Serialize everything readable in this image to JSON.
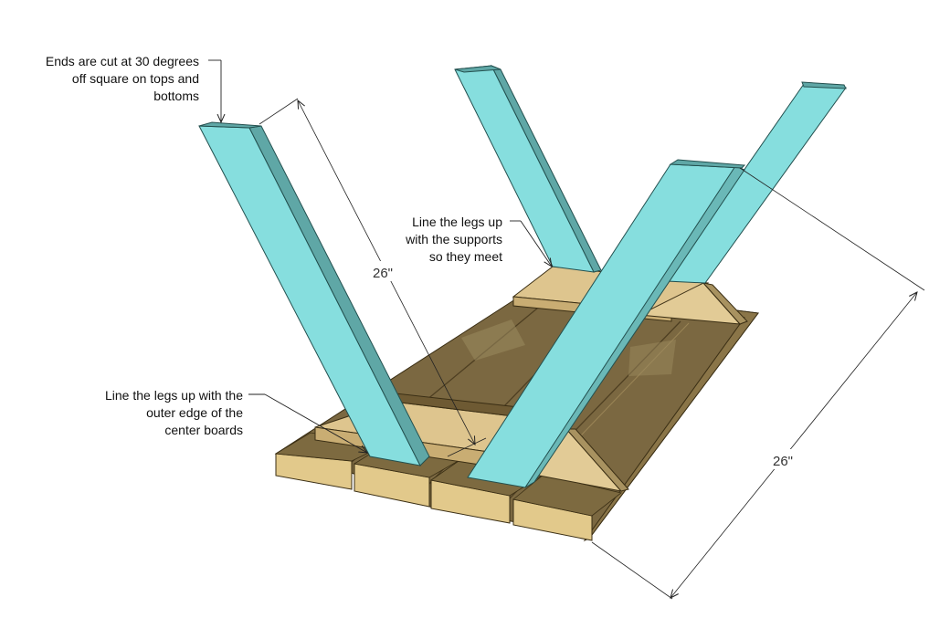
{
  "annotations": {
    "ends_cut": [
      "Ends are cut at 30 degrees",
      "off square on tops and",
      "bottoms"
    ],
    "legs_supports": [
      "Line the legs up",
      "with the supports",
      "so they meet"
    ],
    "legs_outer": [
      "Line the legs up with the",
      "outer edge of the",
      "center boards"
    ]
  },
  "dimensions": {
    "leg_length": "26\"",
    "leg_spread": "26\""
  },
  "colors": {
    "leg_face": "#86dede",
    "leg_side": "#5fa7a6",
    "board_top": "#7d6a40",
    "board_end": "#e2c98b",
    "support_light": "#dec58e"
  }
}
